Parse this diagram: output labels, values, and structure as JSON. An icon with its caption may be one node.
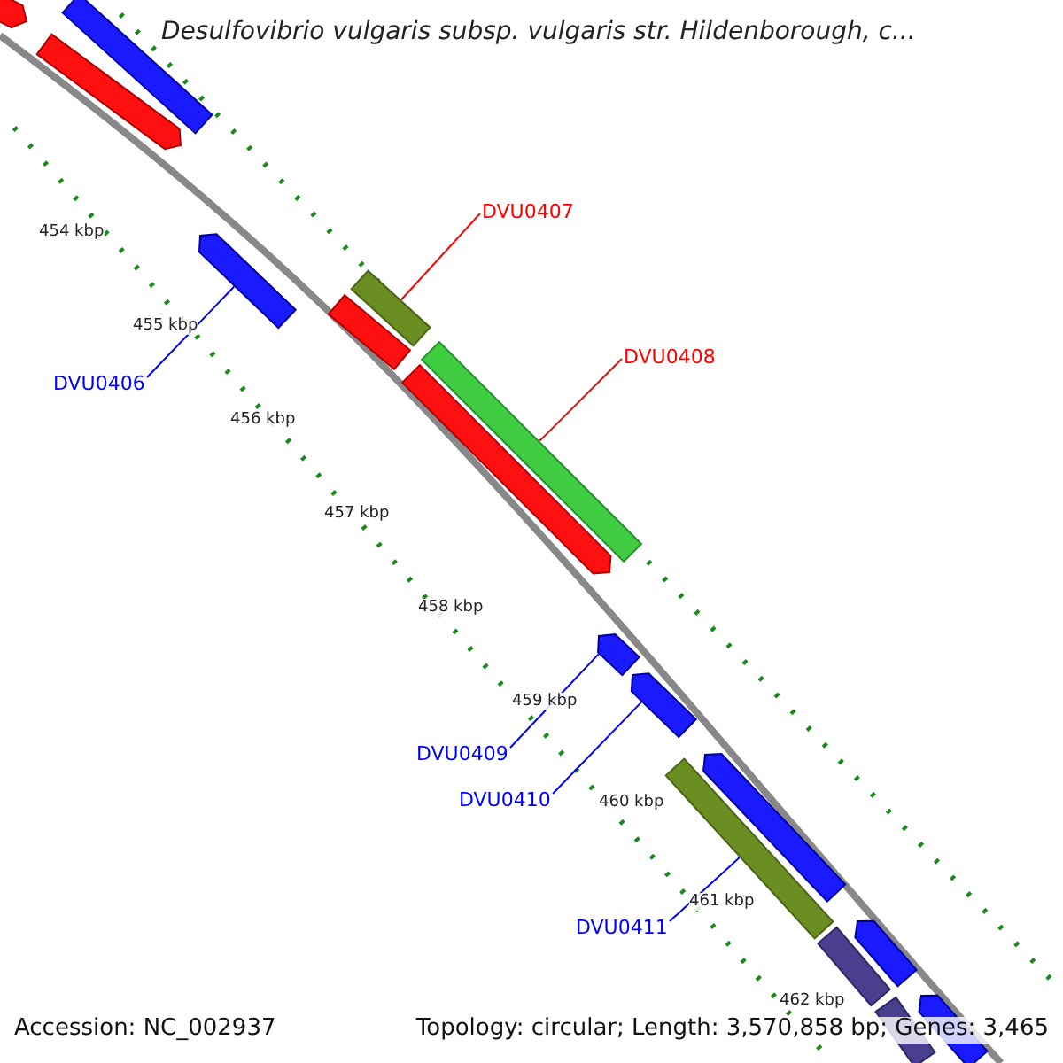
{
  "diagram": {
    "title": "Desulfovibrio vulgaris subsp. vulgaris str. Hildenborough, c...",
    "nodes": [
      {
        "text": [
          "DVU0407"
        ]
      },
      {
        "text": [
          "DVU0408"
        ]
      },
      {
        "text": [
          "DVU0406"
        ]
      },
      {
        "text": [
          "DVU0409"
        ]
      },
      {
        "text": [
          "DVU0410"
        ]
      },
      {
        "text": [
          "DVU0411"
        ]
      },
      {
        "text": [],
        "shape": "bar"
      },
      {
        "text": [],
        "shape": "bar"
      },
      {
        "text": [],
        "shape": "bar"
      },
      {
        "text": [],
        "shape": "bar"
      },
      {
        "text": [],
        "shape": "bar"
      },
      {
        "text": [],
        "shape": "bar"
      },
      {
        "text": [],
        "shape": "bar"
      },
      {
        "text": [],
        "shape": "bar"
      },
      {
        "text": [],
        "shape": "bar"
      },
      {
        "text": [],
        "shape": "bar"
      },
      {
        "text": [],
        "shape": "bar"
      },
      {
        "text": [],
        "shape": "bar"
      },
      {
        "text": [],
        "shape": "bar"
      },
      {
        "text": [],
        "shape": "bar"
      },
      {
        "text": [],
        "shape": "bar"
      },
      {
        "text": [],
        "shape": "bar"
      }
    ],
    "edges": [
      {
        "from": 0,
        "to": 6,
        "arrow": "none",
        "color": "#ff0000"
      },
      {
        "from": 1,
        "to": 7,
        "arrow": "none",
        "color": "#ff0000"
      },
      {
        "from": 2,
        "to": 8,
        "arrow": "none"
      },
      {
        "from": 3,
        "to": 9,
        "arrow": "none"
      },
      {
        "from": 4,
        "to": 10,
        "arrow": "none"
      },
      {
        "from": 5,
        "to": 11,
        "arrow": "none"
      }
    ],
    "labels": [
      "454 kbp",
      "455 kbp",
      "456 kbp",
      "457 kbp",
      "458 kbp",
      "459 kbp",
      "460 kbp",
      "461 kbp",
      "462 kbp",
      "Accession: NC_002937",
      "Topology: circular; Length: 3,570,858 bp; Genes: 3,465"
    ]
  }
}
